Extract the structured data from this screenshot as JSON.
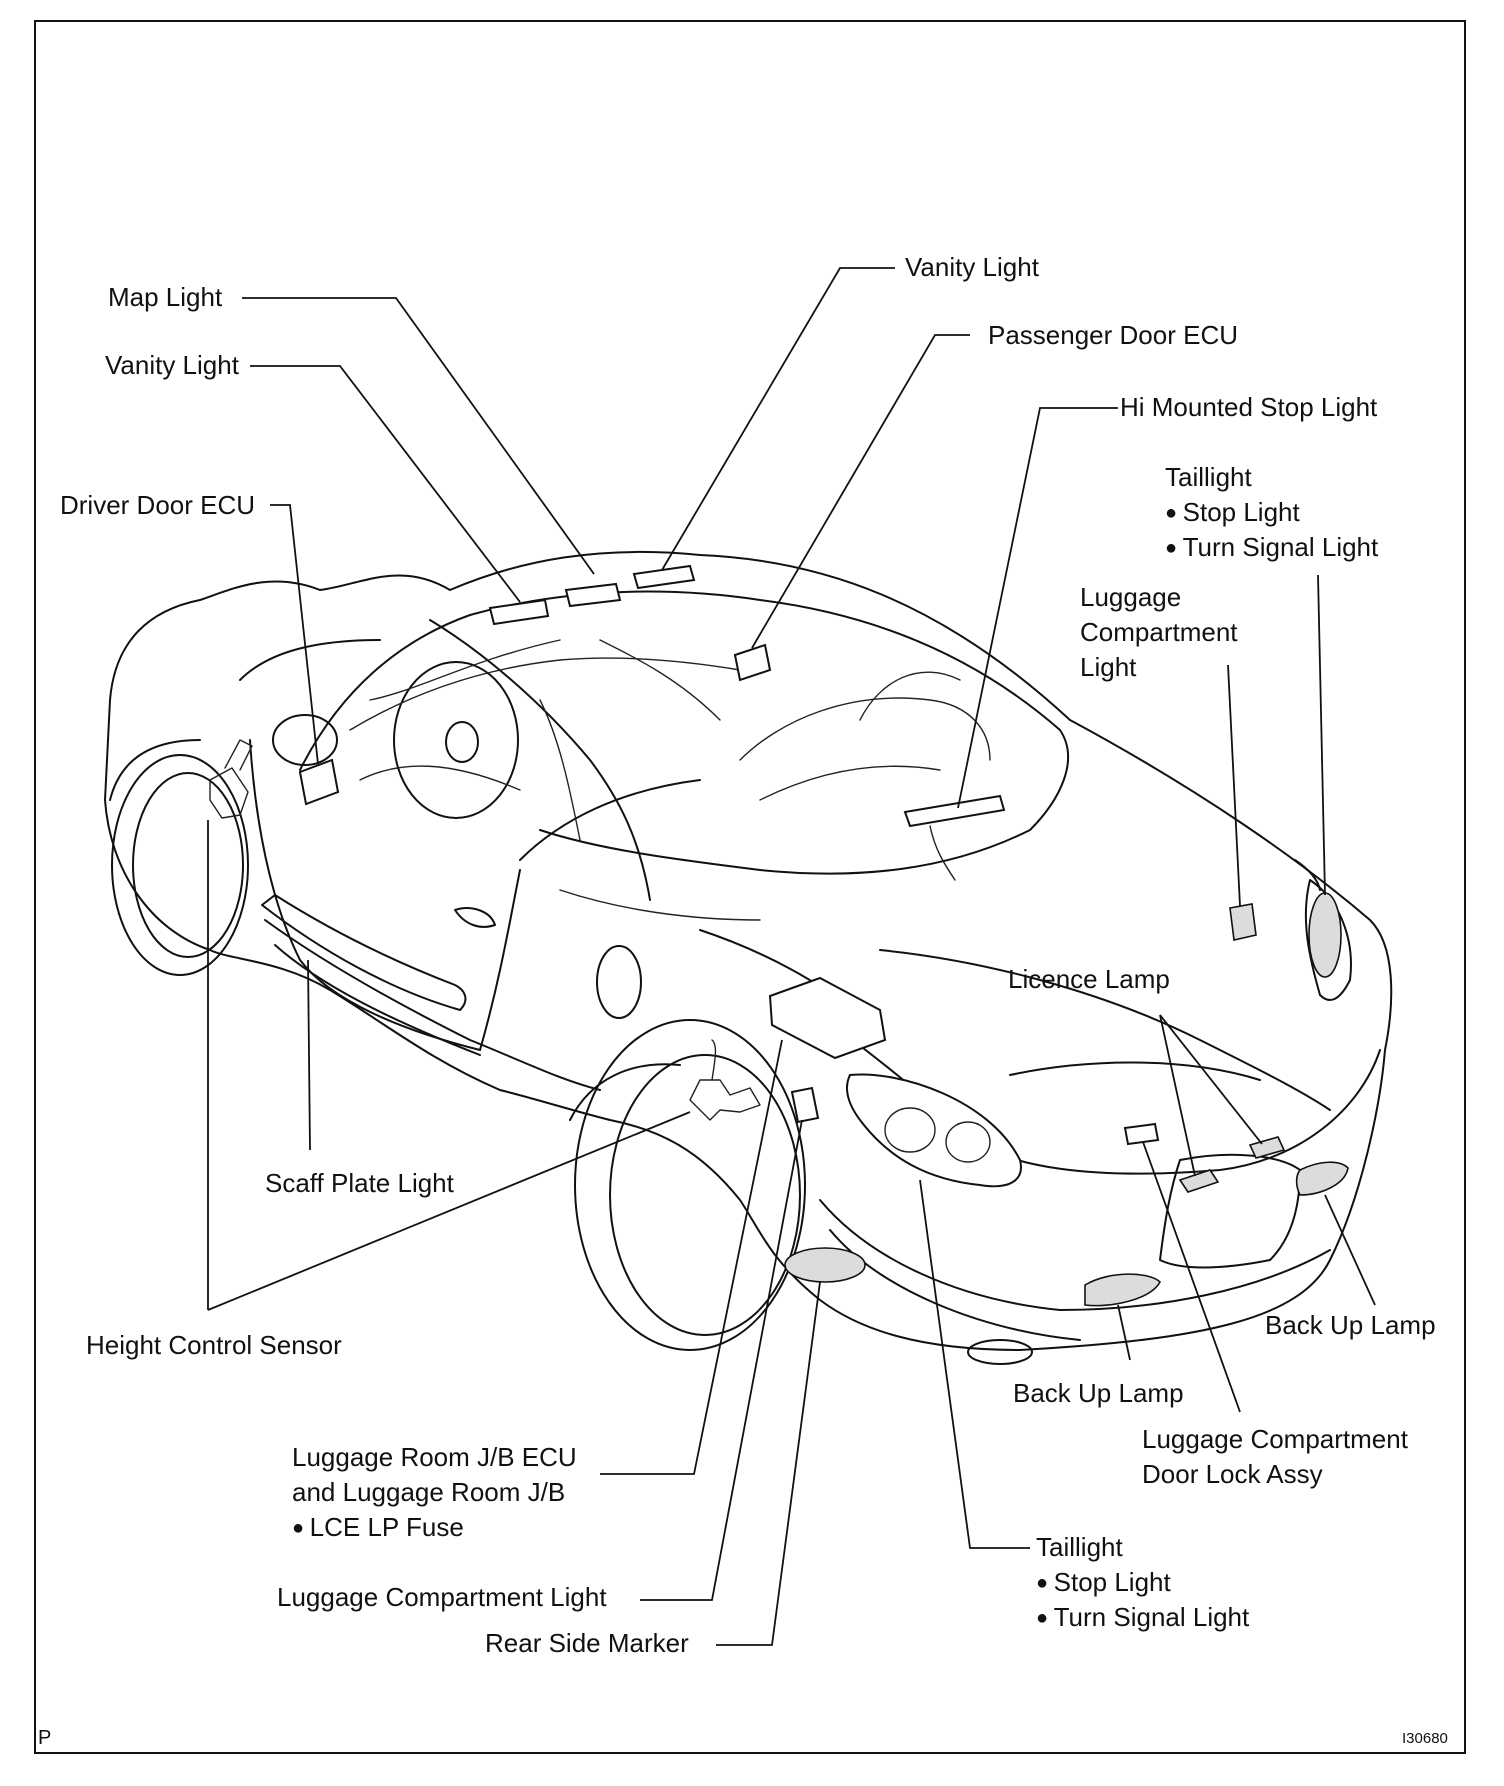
{
  "labels": {
    "map_light": "Map Light",
    "vanity_light_left": "Vanity Light",
    "vanity_light_top": "Vanity Light",
    "passenger_door_ecu": "Passenger Door ECU",
    "hi_mounted_stop_light": "Hi Mounted Stop Light",
    "driver_door_ecu": "Driver Door ECU",
    "taillight_right": {
      "title": "Taillight",
      "items": [
        "Stop Light",
        "Turn Signal Light"
      ]
    },
    "luggage_compartment_light_upper": [
      "Luggage",
      "Compartment",
      "Light"
    ],
    "licence_lamp": "Licence Lamp",
    "scaff_plate_light": "Scaff Plate Light",
    "height_control_sensor": "Height Control Sensor",
    "back_up_lamp_right": "Back Up Lamp",
    "back_up_lamp_center": "Back Up Lamp",
    "luggage_compartment_door_lock": [
      "Luggage  Compartment",
      "Door Lock Assy"
    ],
    "luggage_room_jb": {
      "lines": [
        "Luggage Room J/B ECU",
        "and Luggage Room J/B"
      ],
      "items": [
        "LCE LP Fuse"
      ]
    },
    "luggage_compartment_light_lower": "Luggage Compartment Light",
    "rear_side_marker": "Rear Side Marker",
    "taillight_lower": {
      "title": "Taillight",
      "items": [
        "Stop Light",
        "Turn Signal Light"
      ]
    }
  },
  "corner_codes": {
    "bottom_left": "P",
    "bottom_right": "I30680"
  }
}
